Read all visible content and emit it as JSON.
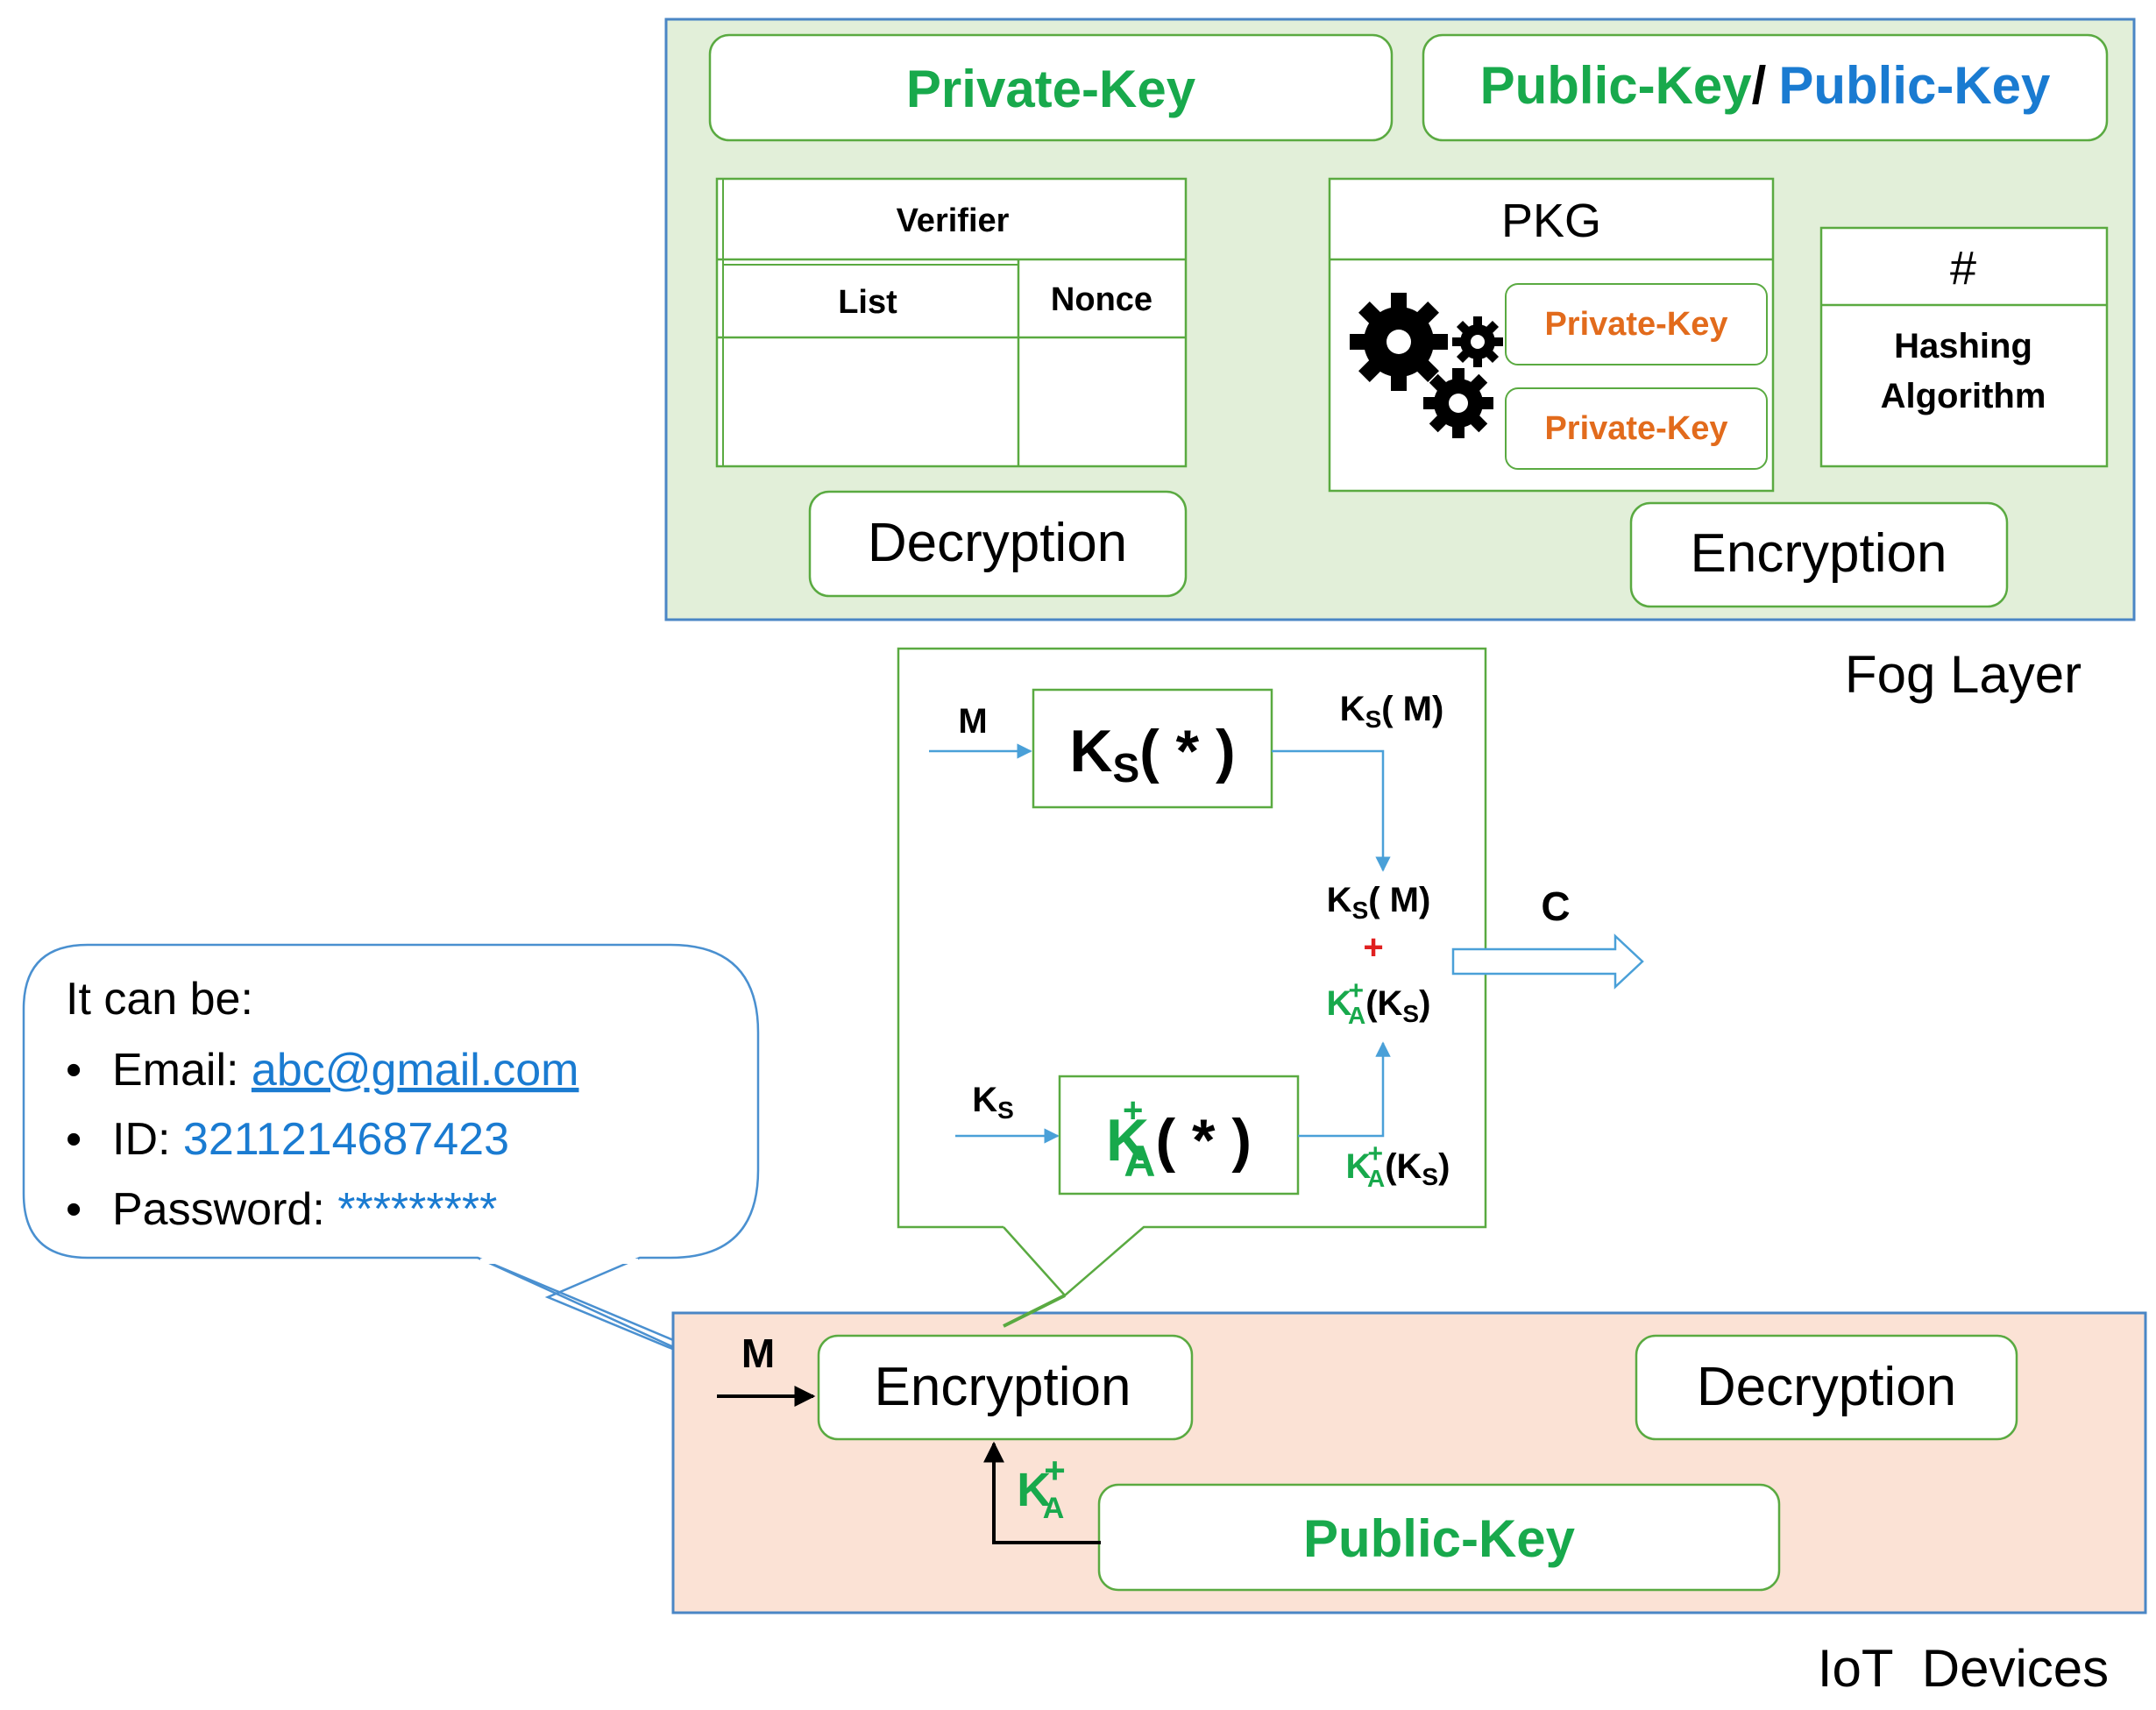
{
  "fog_layer": {
    "label": "Fog Layer",
    "private_key_box": "Private-Key",
    "public_key_box": {
      "part1": "Public-Key",
      "sep": "/",
      "part2": "Public-Key"
    },
    "verifier": {
      "title": "Verifier",
      "col1": "List",
      "col2": "Nonce"
    },
    "pkg": {
      "title": "PKG",
      "key1": "Private-Key",
      "key2": "Private-Key",
      "icon": "gears-icon"
    },
    "hash": {
      "symbol": "#",
      "line1": "Hashing",
      "line2": "Algorithm"
    },
    "decryption": "Decryption",
    "encryption": "Encryption"
  },
  "encryption_detail": {
    "m_input": "M",
    "ks_func": {
      "k": "K",
      "sub": "S",
      "args": "( * )"
    },
    "ks_out": {
      "k": "K",
      "sub": "S",
      "args": "( M)"
    },
    "combine": {
      "line1_k": "K",
      "line1_sub": "S",
      "line1_args": "( M)",
      "plus": "+",
      "line2_k": "K",
      "line2_sup": "+",
      "line2_sub": "A",
      "line2_args": "(K",
      "line2_args_sub": "S",
      "line2_close": ")"
    },
    "c_output": "C",
    "ks_input": {
      "k": "K",
      "sub": "S"
    },
    "ka_func": {
      "k": "K",
      "sup": "+",
      "sub": "A",
      "args": "( * )"
    },
    "ka_out": {
      "k": "K",
      "sup": "+",
      "sub": "A",
      "args": "(K",
      "args_sub": "S",
      "close": ")"
    }
  },
  "callout": {
    "heading": "It can be:",
    "items": [
      {
        "bullet": "•",
        "label": "Email: ",
        "value": "abc@gmail.com"
      },
      {
        "bullet": "•",
        "label": "ID: ",
        "value": "3211214687423"
      },
      {
        "bullet": "•",
        "label": "Password: ",
        "value": "*********"
      }
    ]
  },
  "iot_layer": {
    "label": "IoT  Devices",
    "m_input": "M",
    "encryption": "Encryption",
    "decryption": "Decryption",
    "public_key": "Public-Key",
    "ka_label": {
      "k": "K",
      "sup": "+",
      "sub": "A"
    }
  },
  "colors": {
    "fog_bg": "#e2efd9",
    "fog_border": "#4a86c5",
    "iot_bg": "#fbe2d5",
    "iot_border": "#4a86c5",
    "green_text": "#18a94c",
    "blue_text": "#1a7bd1",
    "orange_text": "#e26b1c",
    "box_border": "#5aaa41",
    "arrow_blue": "#4aa0d8",
    "callout_border": "#4a90d0",
    "plus_red": "#e02020"
  }
}
